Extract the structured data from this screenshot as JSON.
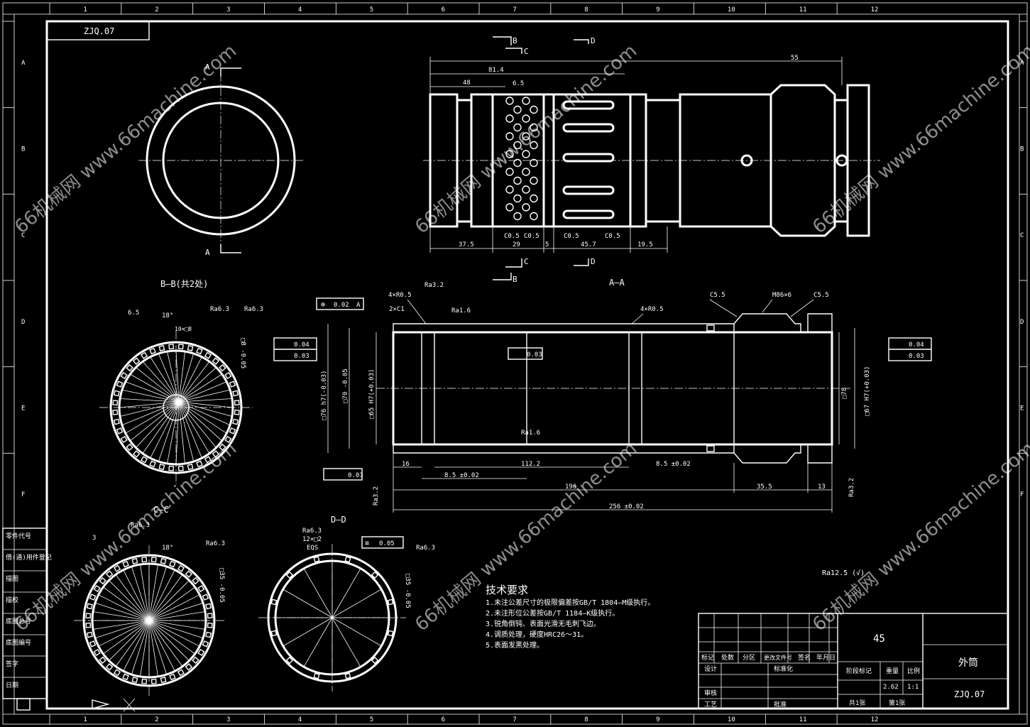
{
  "drawing_code": "ZJQ.07",
  "material": "45",
  "part_name": "外筒",
  "zones": {
    "columns": [
      "1",
      "2",
      "3",
      "4",
      "5",
      "6",
      "7",
      "8",
      "9",
      "10",
      "11",
      "12"
    ],
    "rows": [
      "A",
      "B",
      "C",
      "D",
      "E",
      "F"
    ]
  },
  "views": {
    "a_a_label": "A–A",
    "b_b_label": "B–B(共2处)",
    "c_c_label": "C–C",
    "d_d_label": "D–D",
    "section_letters": {
      "a": "A",
      "b": "B",
      "c": "C",
      "d": "D"
    }
  },
  "dims_top": {
    "d55": "55",
    "d81_4": "81.4",
    "d48": "48",
    "d6_5": "6.5",
    "d37_5": "37.5",
    "d29": "29",
    "d5": "5",
    "d45_7": "45.7",
    "d19_5": "19.5",
    "c05": "C0.5"
  },
  "dims_aa": {
    "d16": "16",
    "d8_5a": "8.5 ±0.02",
    "d112_2": "112.2",
    "d8_5b": "8.5 ±0.02",
    "d196": "196",
    "d35_5": "35.5",
    "d13": "13",
    "d256": "256 ±0.02",
    "c5_5a": "C5.5",
    "m86": "M86×6",
    "c5_5b": "C5.5",
    "r05a": "4×R0.5",
    "r05b": "4×R0.5",
    "c1": "2×C1",
    "ra32": "Ra3.2",
    "ra16a": "Ra1.6",
    "ra16b": "Ra1.6",
    "dia76": "□76 h7(-0.03)",
    "dia70": "□70 -0.05",
    "dia65": "□65 H7(+0.03)",
    "dia78": "□78",
    "dia67": "□67 H7(+0.03)",
    "tol_pos": "0.02",
    "tol_a": "A",
    "tol_003": "0.03",
    "tol_004": "0.04"
  },
  "dims_bb": {
    "d6_5": "6.5",
    "deg18": "18°",
    "ra63a": "Ra6.3",
    "ra63b": "Ra6.3",
    "sq": "10×□8",
    "d8": "□8 -0.05"
  },
  "dims_cc": {
    "d3": "3",
    "deg18": "18°",
    "ra63a": "Ra6.3",
    "ra63b": "Ra6.3",
    "d35": "□35 -0.05"
  },
  "dims_dd": {
    "ra63a": "Ra6.3",
    "d12": "12×□2",
    "ra63b": "Ra6.3",
    "tol": "0.05",
    "d35": "□35 -0.05",
    "eq": "EQS"
  },
  "roughness_general": "Ra12.5 (√)",
  "tech_requirements": {
    "title": "技术要求",
    "items": [
      "1.未注公差尺寸的极限偏差按GB/T 1804—M级执行。",
      "2.未注形位公差按GB/T 1184—K级执行。",
      "3.锐角倒钝、表面光滑无毛刺飞边。",
      "4.调质处理，硬度HRC26～31。",
      "5.表面发黑处理。"
    ]
  },
  "title_block": {
    "headers": [
      "标记",
      "处数",
      "分区",
      "更改文件号",
      "签名",
      "年月日"
    ],
    "design": "设计",
    "standard": "标准化",
    "check": "审核",
    "process": "工艺",
    "approve": "批准",
    "stage": "阶段标记",
    "weight": "重量",
    "scale": "比例",
    "weight_val": "2.62",
    "scale_val": "1:1",
    "total": "共1张",
    "sheet": "第1张"
  },
  "side_table": [
    "零件代号",
    "借(通)用件登记",
    "描图",
    "描校",
    "底图总号",
    "底图编号",
    "签字",
    "日期"
  ],
  "watermarks": [
    "66机械网 www.66machine.com",
    "66机械网 www.66machine.com",
    "66机械网 www.66machine.com",
    "66机械网 www.66machine.com",
    "66机械网 www.66machine.com",
    "66机械网 www.66machine.com"
  ]
}
